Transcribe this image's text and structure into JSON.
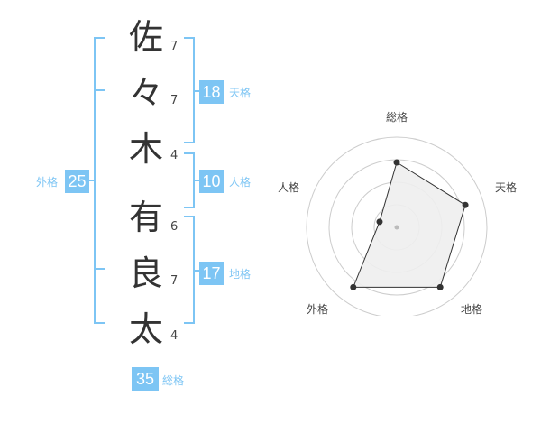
{
  "name": {
    "chars": [
      {
        "char": "佐",
        "strokes": "7"
      },
      {
        "char": "々",
        "strokes": "7"
      },
      {
        "char": "木",
        "strokes": "4"
      },
      {
        "char": "有",
        "strokes": "6"
      },
      {
        "char": "良",
        "strokes": "7"
      },
      {
        "char": "太",
        "strokes": "4"
      }
    ]
  },
  "fortunes": {
    "tenkaku": {
      "label": "天格",
      "value": "18"
    },
    "jinkaku": {
      "label": "人格",
      "value": "10"
    },
    "chikaku": {
      "label": "地格",
      "value": "17"
    },
    "gaikaku": {
      "label": "外格",
      "value": "25"
    },
    "soukaku": {
      "label": "総格",
      "value": "35"
    }
  },
  "chart_data": {
    "type": "radar",
    "axes": [
      "総格",
      "天格",
      "地格",
      "外格",
      "人格"
    ],
    "values": [
      0.72,
      0.8,
      0.82,
      0.82,
      0.2
    ],
    "range": [
      0,
      1
    ],
    "rings": 4,
    "colors": {
      "fill": "#eeeeee",
      "line": "#333333",
      "grid": "#cccccc",
      "accent": "#7dc5f4"
    }
  }
}
